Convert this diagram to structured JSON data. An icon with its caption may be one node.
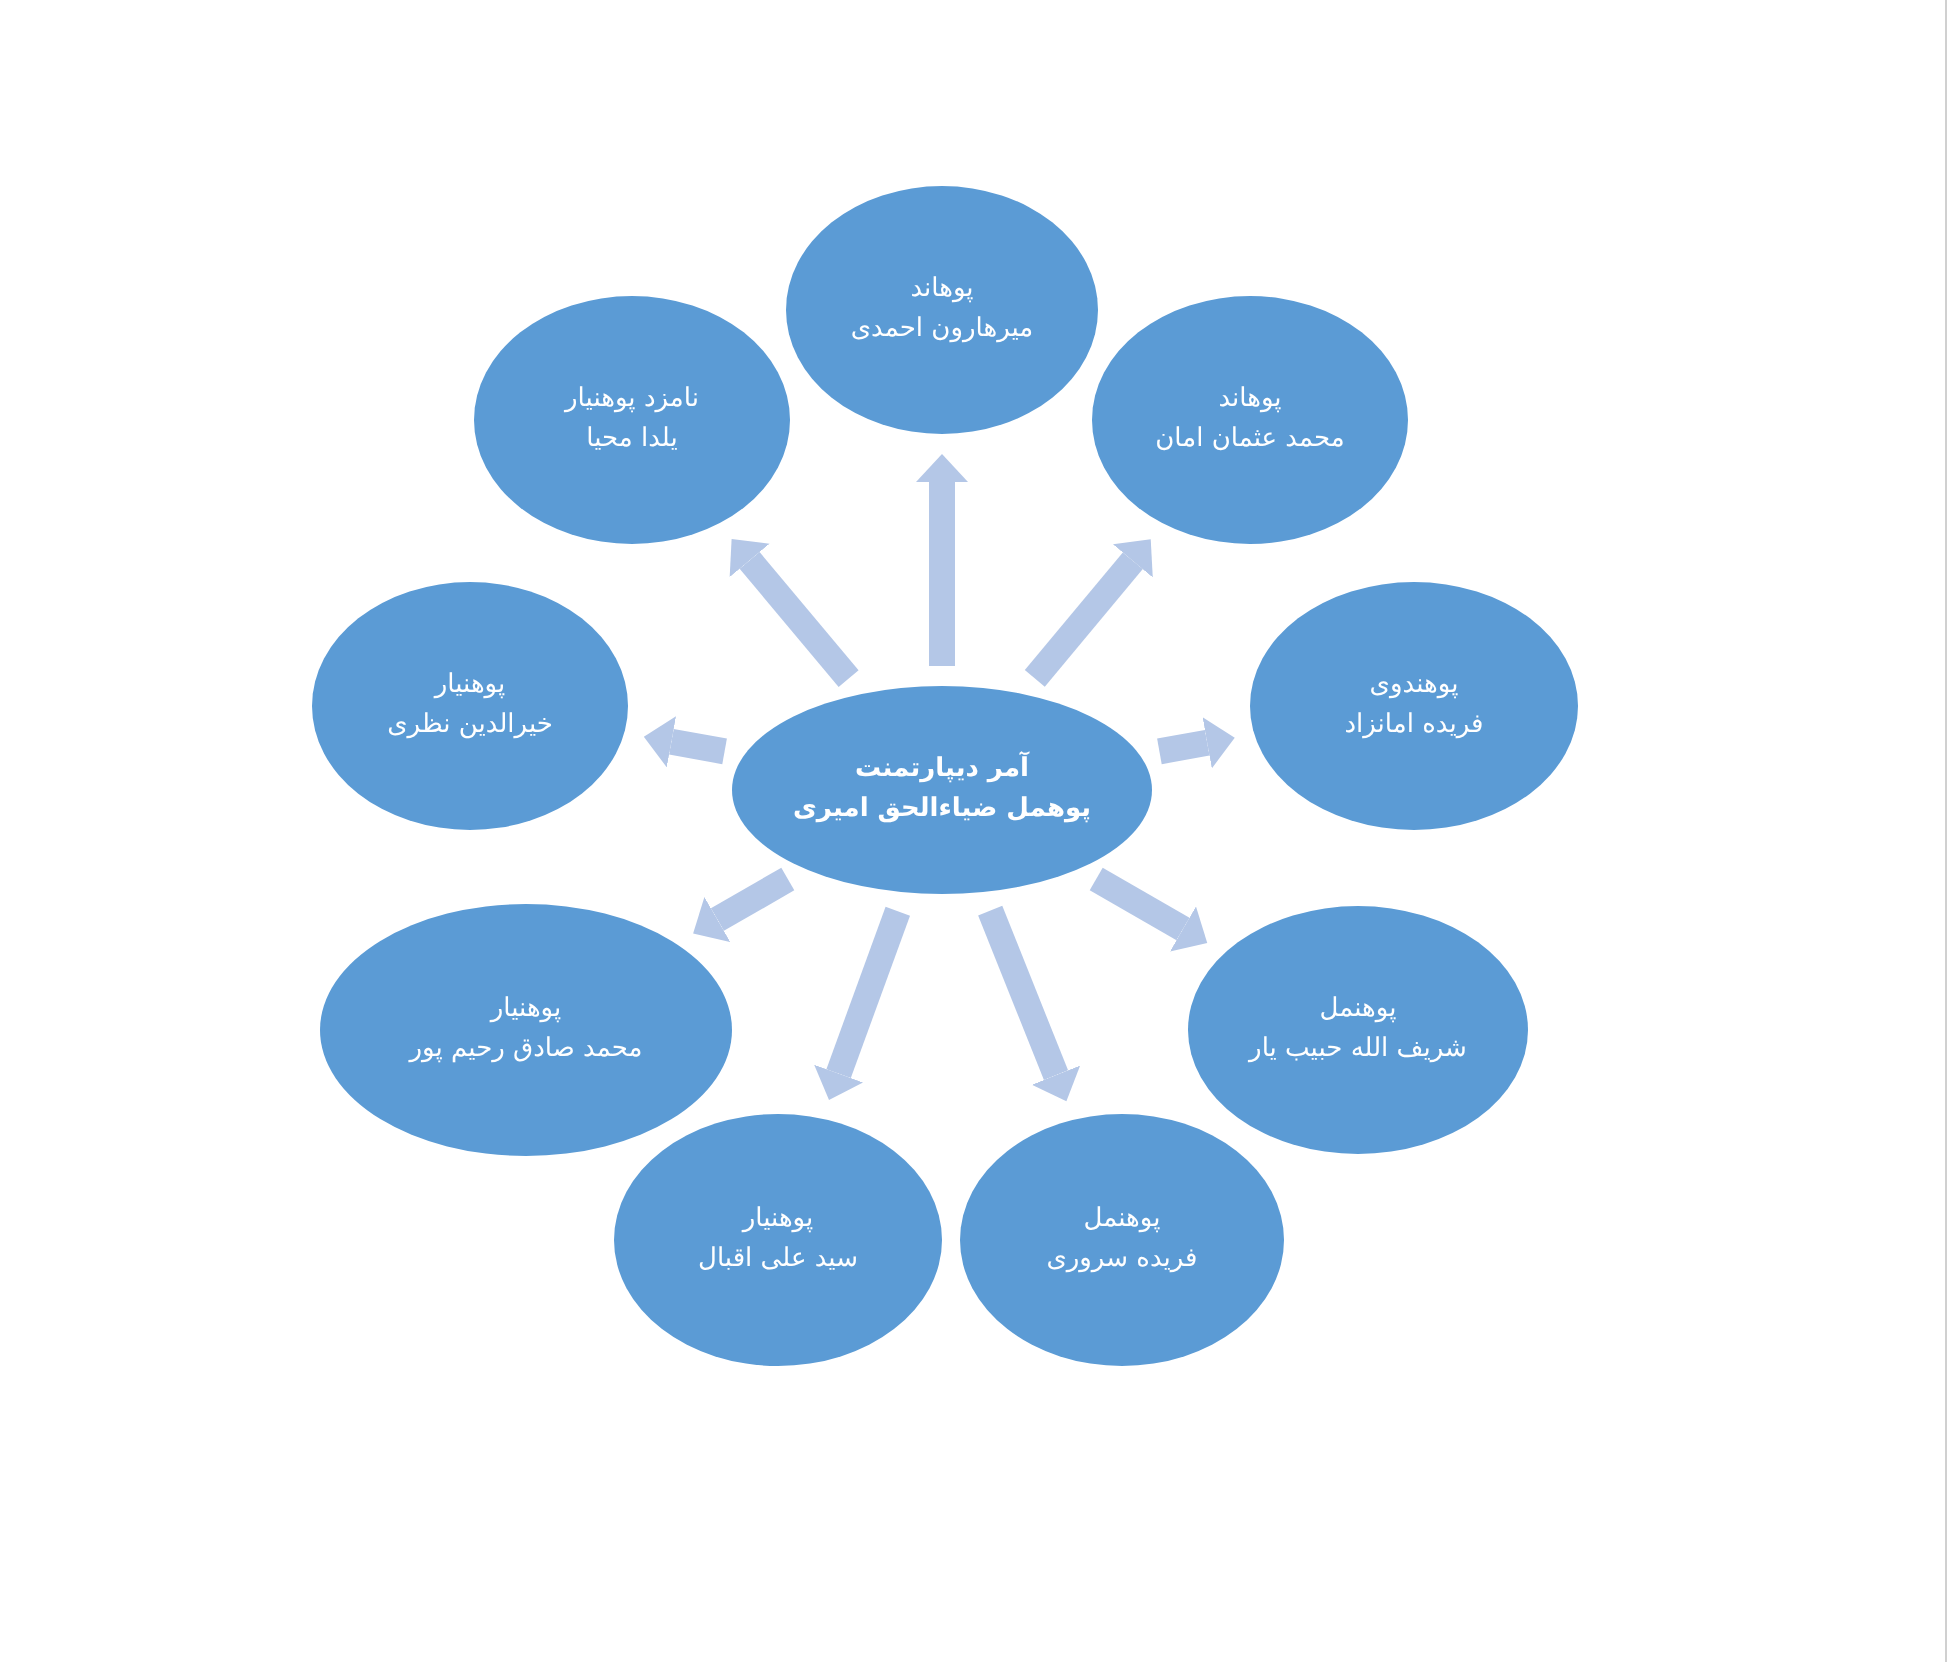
{
  "diagram": {
    "nodes": [
      {
        "text": [
          "آمر دیپارتمنت",
          "پوهمل ضیاءالحق امیری"
        ]
      },
      {
        "text": [
          "پوهاند",
          "میرهارون احمدی"
        ]
      },
      {
        "text": [
          "پوهاند",
          "محمد عثمان امان"
        ]
      },
      {
        "text": [
          "پوهندوی",
          "فریده امانزاد"
        ]
      },
      {
        "text": [
          "پوهنمل",
          "شریف الله حبیب یار"
        ]
      },
      {
        "text": [
          "پوهنمل",
          "فریده سروری"
        ]
      },
      {
        "text": [
          "پوهنیار",
          "سید علی اقبال"
        ]
      },
      {
        "text": [
          "پوهنیار",
          "محمد صادق رحیم پور"
        ]
      },
      {
        "text": [
          "پوهنیار",
          "خیرالدین نظری"
        ]
      },
      {
        "text": [
          "نامزد پوهنیار",
          "یلدا محیا"
        ]
      }
    ],
    "edges": [
      {
        "from": 0,
        "to": 1,
        "arrow": "to"
      },
      {
        "from": 0,
        "to": 2,
        "arrow": "to"
      },
      {
        "from": 0,
        "to": 3,
        "arrow": "to"
      },
      {
        "from": 0,
        "to": 4,
        "arrow": "to"
      },
      {
        "from": 0,
        "to": 5,
        "arrow": "to"
      },
      {
        "from": 0,
        "to": 6,
        "arrow": "to"
      },
      {
        "from": 0,
        "to": 7,
        "arrow": "to"
      },
      {
        "from": 0,
        "to": 8,
        "arrow": "to"
      },
      {
        "from": 0,
        "to": 9,
        "arrow": "to"
      }
    ]
  }
}
